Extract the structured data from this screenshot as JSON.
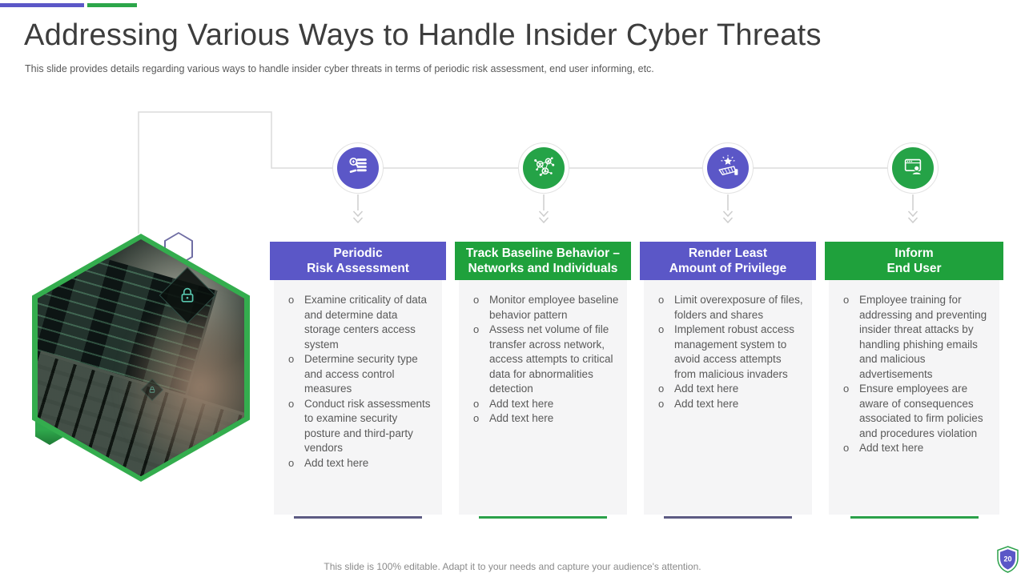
{
  "slide": {
    "title": "Addressing Various Ways to Handle Insider Cyber Threats",
    "subtitle": "This slide provides details regarding various ways to handle insider cyber threats in terms of periodic risk assessment, end user informing, etc.",
    "footer_note": "This slide is 100% editable. Adapt it to your needs and capture your audience's attention.",
    "page_number": "20",
    "bullet_char": "o"
  },
  "colors": {
    "accent_purple": "#5B57C7",
    "accent_green": "#25A347",
    "header_green": "#1FA13C",
    "underline_purple": "#5D5B83",
    "underline_green": "#2BA14A",
    "body_background": "#F5F5F6",
    "body_text": "#595959",
    "connector_gray": "#D9D9D9",
    "hexagon_border_green": "#34AD4E"
  },
  "artwork": {
    "photo": "laptop-with-code-hexagon-photo",
    "photo_icons": [
      "padlock-icon"
    ]
  },
  "columns": [
    {
      "header": "Periodic\nRisk Assessment",
      "accent": "purple",
      "icon": "risk-assessment-list-icon",
      "bullets": [
        "Examine criticality of data and determine data storage centers access system",
        "Determine security type and access control measures",
        "Conduct risk assessments to examine security posture and third-party vendors",
        "Add text here"
      ]
    },
    {
      "header": "Track Baseline Behavior –\nNetworks and Individuals",
      "accent": "green",
      "icon": "network-people-icon",
      "bullets": [
        "Monitor employee baseline behavior pattern",
        "Assess net volume of file transfer across network, access attempts to critical data for abnormalities detection",
        "Add text here",
        "Add text here"
      ]
    },
    {
      "header": "Render Least\nAmount of Privilege",
      "accent": "purple",
      "icon": "hand-star-icon",
      "bullets": [
        "Limit overexposure of files, folders and shares",
        "Implement robust access management system to avoid access attempts from malicious invaders",
        "Add text here",
        "Add text here"
      ]
    },
    {
      "header": "Inform\nEnd User",
      "accent": "green",
      "icon": "browser-user-icon",
      "bullets": [
        "Employee training for addressing and preventing insider threat attacks by handling phishing emails and malicious advertisements",
        "Ensure employees are aware of consequences associated to firm policies and procedures violation",
        "Add text here"
      ]
    }
  ]
}
